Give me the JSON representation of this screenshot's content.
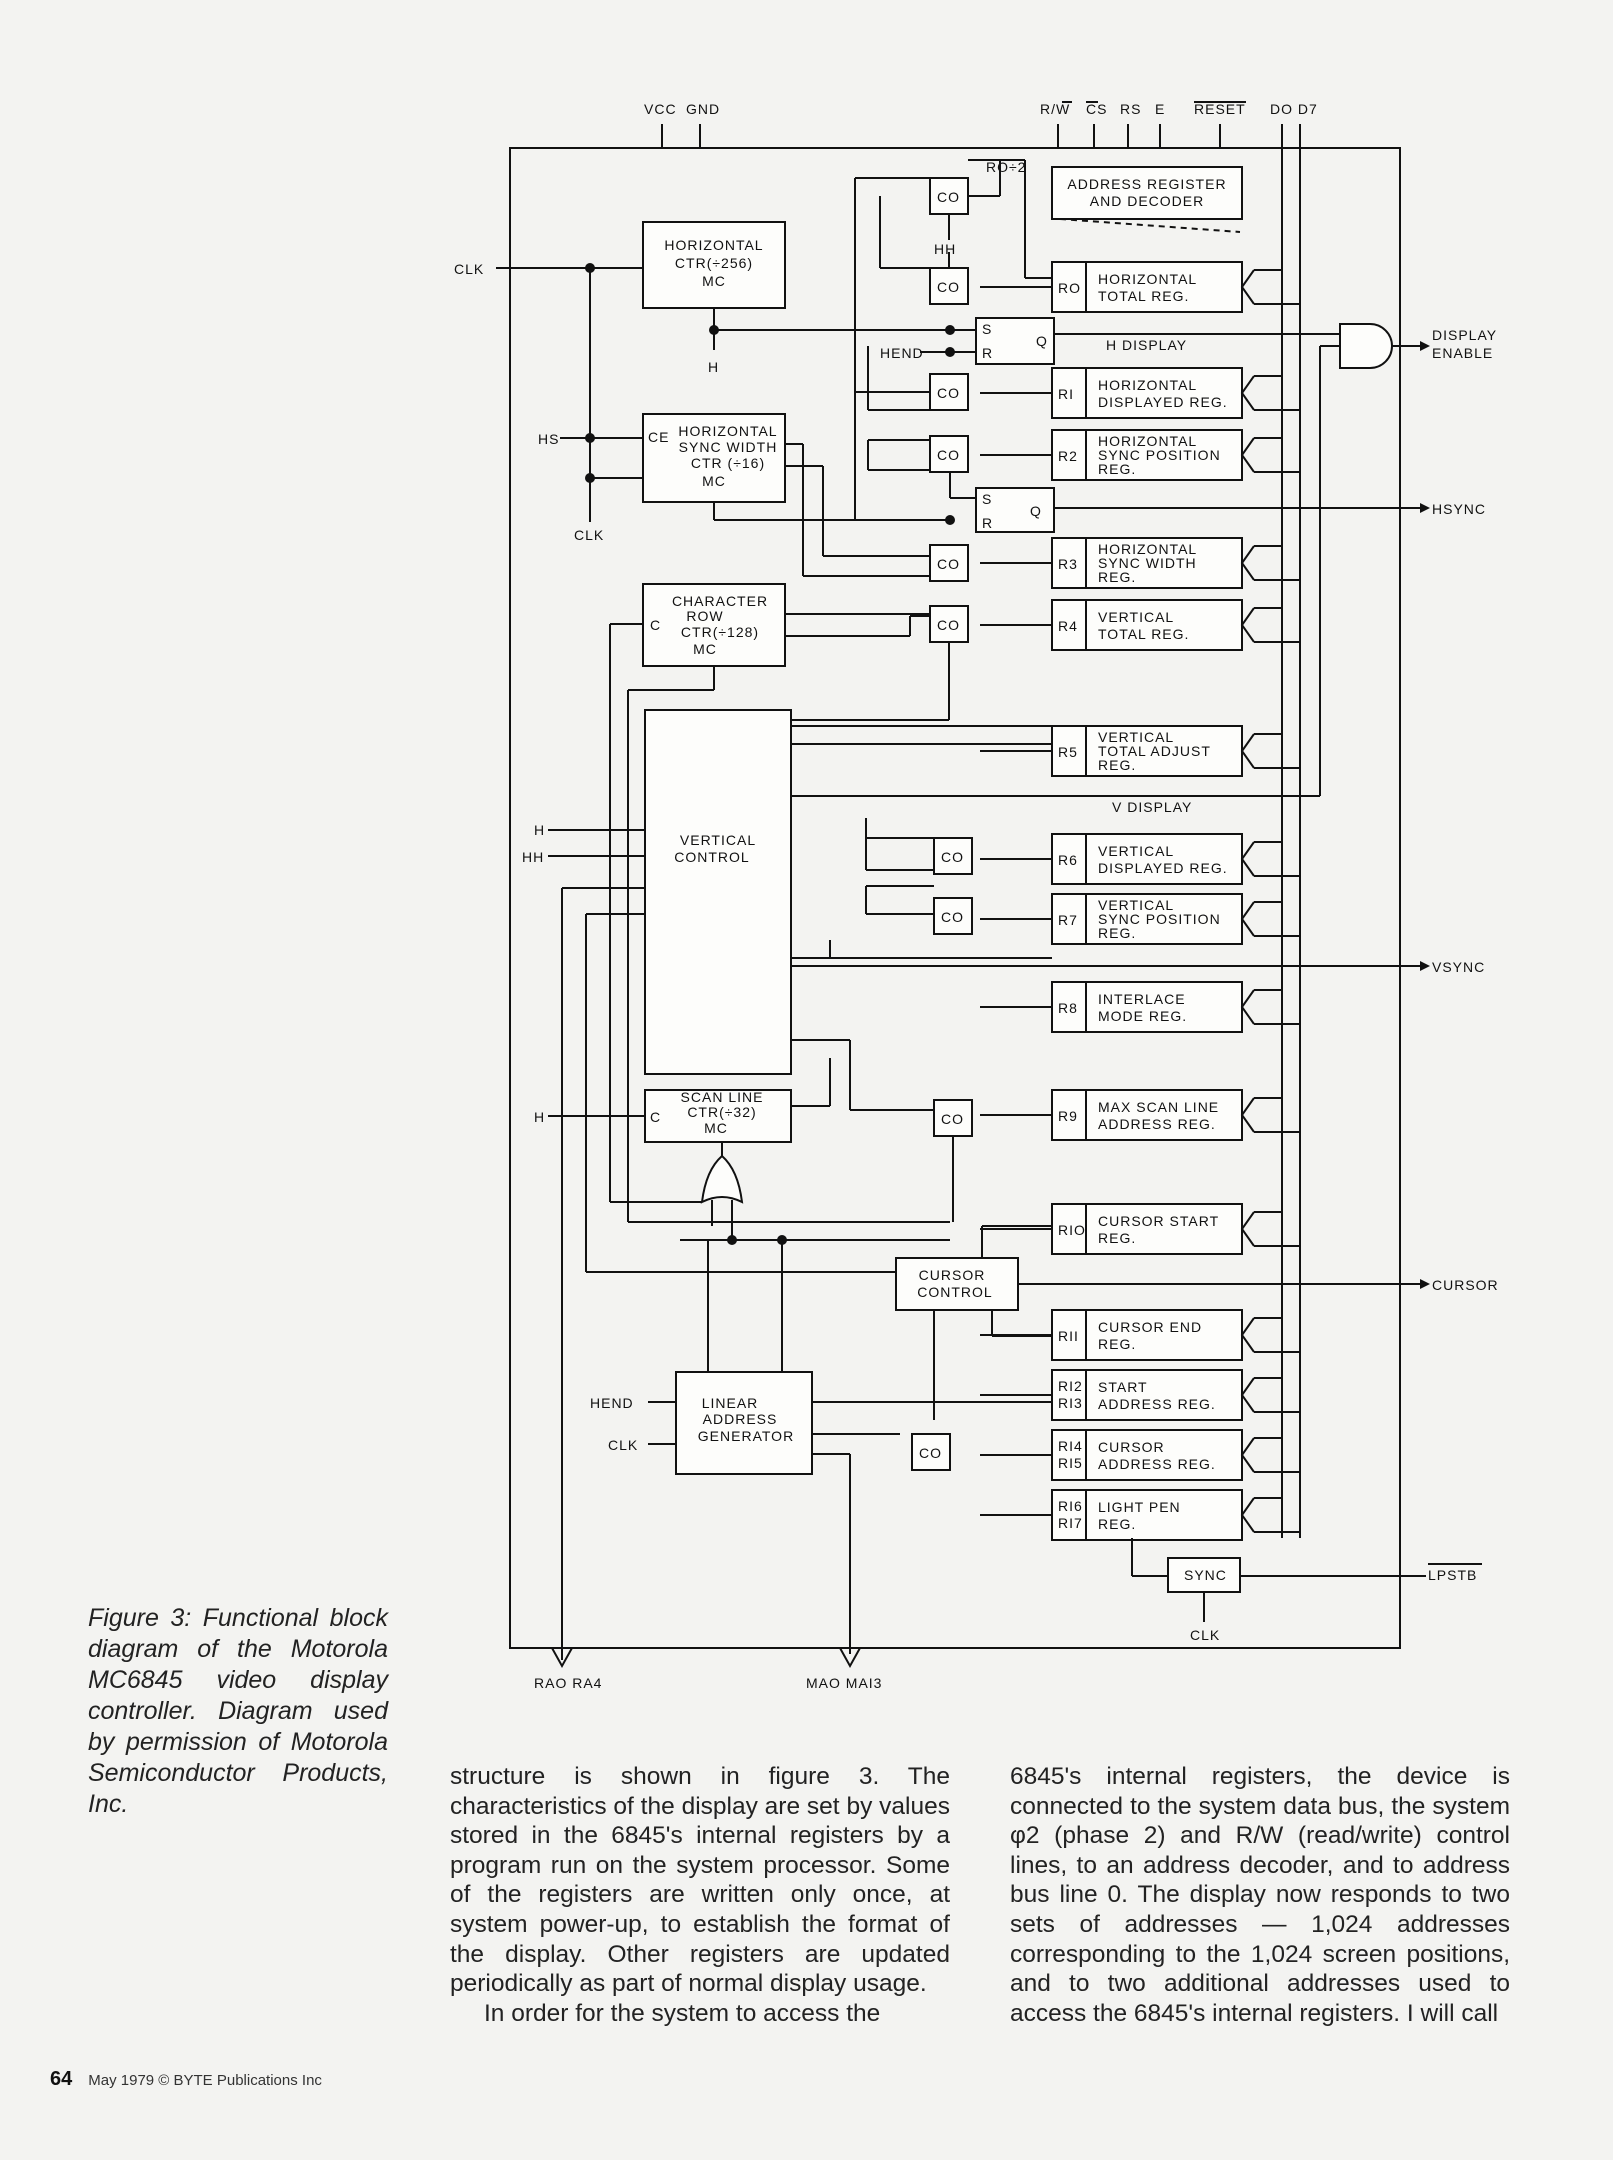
{
  "diagram": {
    "pins_top": {
      "vcc": "VCC",
      "gnd": "GND",
      "rw": "R/W",
      "cs": "CS",
      "rs": "RS",
      "e": "E",
      "reset": "RESET",
      "d0d7": "DO D7"
    },
    "ro_div": "RO÷2",
    "blocks": {
      "addr_reg": [
        "ADDRESS REGISTER",
        "AND DECODER"
      ],
      "hctr": [
        "HORIZONTAL",
        "CTR(÷256)",
        "MC"
      ],
      "hsync_ctr": [
        "HORIZONTAL",
        "SYNC WIDTH",
        "CTR (÷16)",
        "MC"
      ],
      "char_row": [
        "CHARACTER",
        "ROW",
        "CTR(÷128)",
        "MC"
      ],
      "vert_ctrl": [
        "VERTICAL",
        "CONTROL"
      ],
      "scan_line": [
        "SCAN LINE",
        "CTR(÷32)",
        "MC"
      ],
      "cursor_ctrl": [
        "CURSOR",
        "CONTROL"
      ],
      "linear_addr": [
        "LINEAR",
        "ADDRESS",
        "GENERATOR"
      ],
      "sync": "SYNC"
    },
    "registers": [
      {
        "id": "RO",
        "name": [
          "HORIZONTAL",
          "TOTAL REG."
        ]
      },
      {
        "id": "RI",
        "name": [
          "HORIZONTAL",
          "DISPLAYED REG."
        ]
      },
      {
        "id": "R2",
        "name": [
          "HORIZONTAL",
          "SYNC POSITION",
          "REG."
        ]
      },
      {
        "id": "R3",
        "name": [
          "HORIZONTAL",
          "SYNC WIDTH",
          "REG."
        ]
      },
      {
        "id": "R4",
        "name": [
          "VERTICAL",
          "TOTAL REG."
        ]
      },
      {
        "id": "R5",
        "name": [
          "VERTICAL",
          "TOTAL ADJUST",
          "REG."
        ]
      },
      {
        "id": "R6",
        "name": [
          "VERTICAL",
          "DISPLAYED REG."
        ]
      },
      {
        "id": "R7",
        "name": [
          "VERTICAL",
          "SYNC POSITION",
          "REG."
        ]
      },
      {
        "id": "R8",
        "name": [
          "INTERLACE",
          "MODE REG."
        ]
      },
      {
        "id": "R9",
        "name": [
          "MAX SCAN LINE",
          "ADDRESS REG."
        ]
      },
      {
        "id": "RIO",
        "name": [
          "CURSOR START",
          "REG."
        ]
      },
      {
        "id": "RII",
        "name": [
          "CURSOR END",
          "REG."
        ]
      },
      {
        "id": "RI2 RI3",
        "name": [
          "START",
          "ADDRESS REG."
        ]
      },
      {
        "id": "RI4 RI5",
        "name": [
          "CURSOR",
          "ADDRESS REG."
        ]
      },
      {
        "id": "RI6 RI7",
        "name": [
          "LIGHT PEN",
          "REG."
        ]
      }
    ],
    "labels": {
      "co": "CO",
      "hh": "HH",
      "h": "H",
      "hend": "HEND",
      "clk": "CLK",
      "hs": "HS",
      "ce": "CE",
      "c": "C",
      "s": "S",
      "r": "R",
      "q": "Q",
      "h_display": "H DISPLAY",
      "v_display": "V DISPLAY"
    },
    "outputs": {
      "display_enable": [
        "DISPLAY",
        "ENABLE"
      ],
      "hsync": "HSYNC",
      "vsync": "VSYNC",
      "cursor": "CURSOR",
      "lpstb": "LPSTB"
    },
    "bottom": {
      "ra": "RAO RA4",
      "ma": "MAO MAI3"
    }
  },
  "caption": "Figure 3: Functional block diagram of the Motorola MC6845 video display controller. Diagram used by permission of Motorola Semiconductor Products, Inc.",
  "column1": [
    "structure is shown in figure 3. The characteristics of the display are set by values stored in the 6845's internal registers by a program run on the system processor. Some of the registers are written only once, at system power-up, to establish the format of the display. Other registers are updated periodically as part of normal display usage.",
    "In order for the system to access the"
  ],
  "column2": "6845's internal registers, the device is connected to the system data bus, the system φ2 (phase 2) and R/W (read/write) control lines, to an address decoder, and to address bus line 0. The display now responds to two sets of addresses — 1,024 addresses corresponding to the 1,024 screen positions, and to two additional addresses used to access the 6845's internal registers. I will call",
  "footer": {
    "page": "64",
    "text": "May 1979 © BYTE Publications Inc"
  }
}
